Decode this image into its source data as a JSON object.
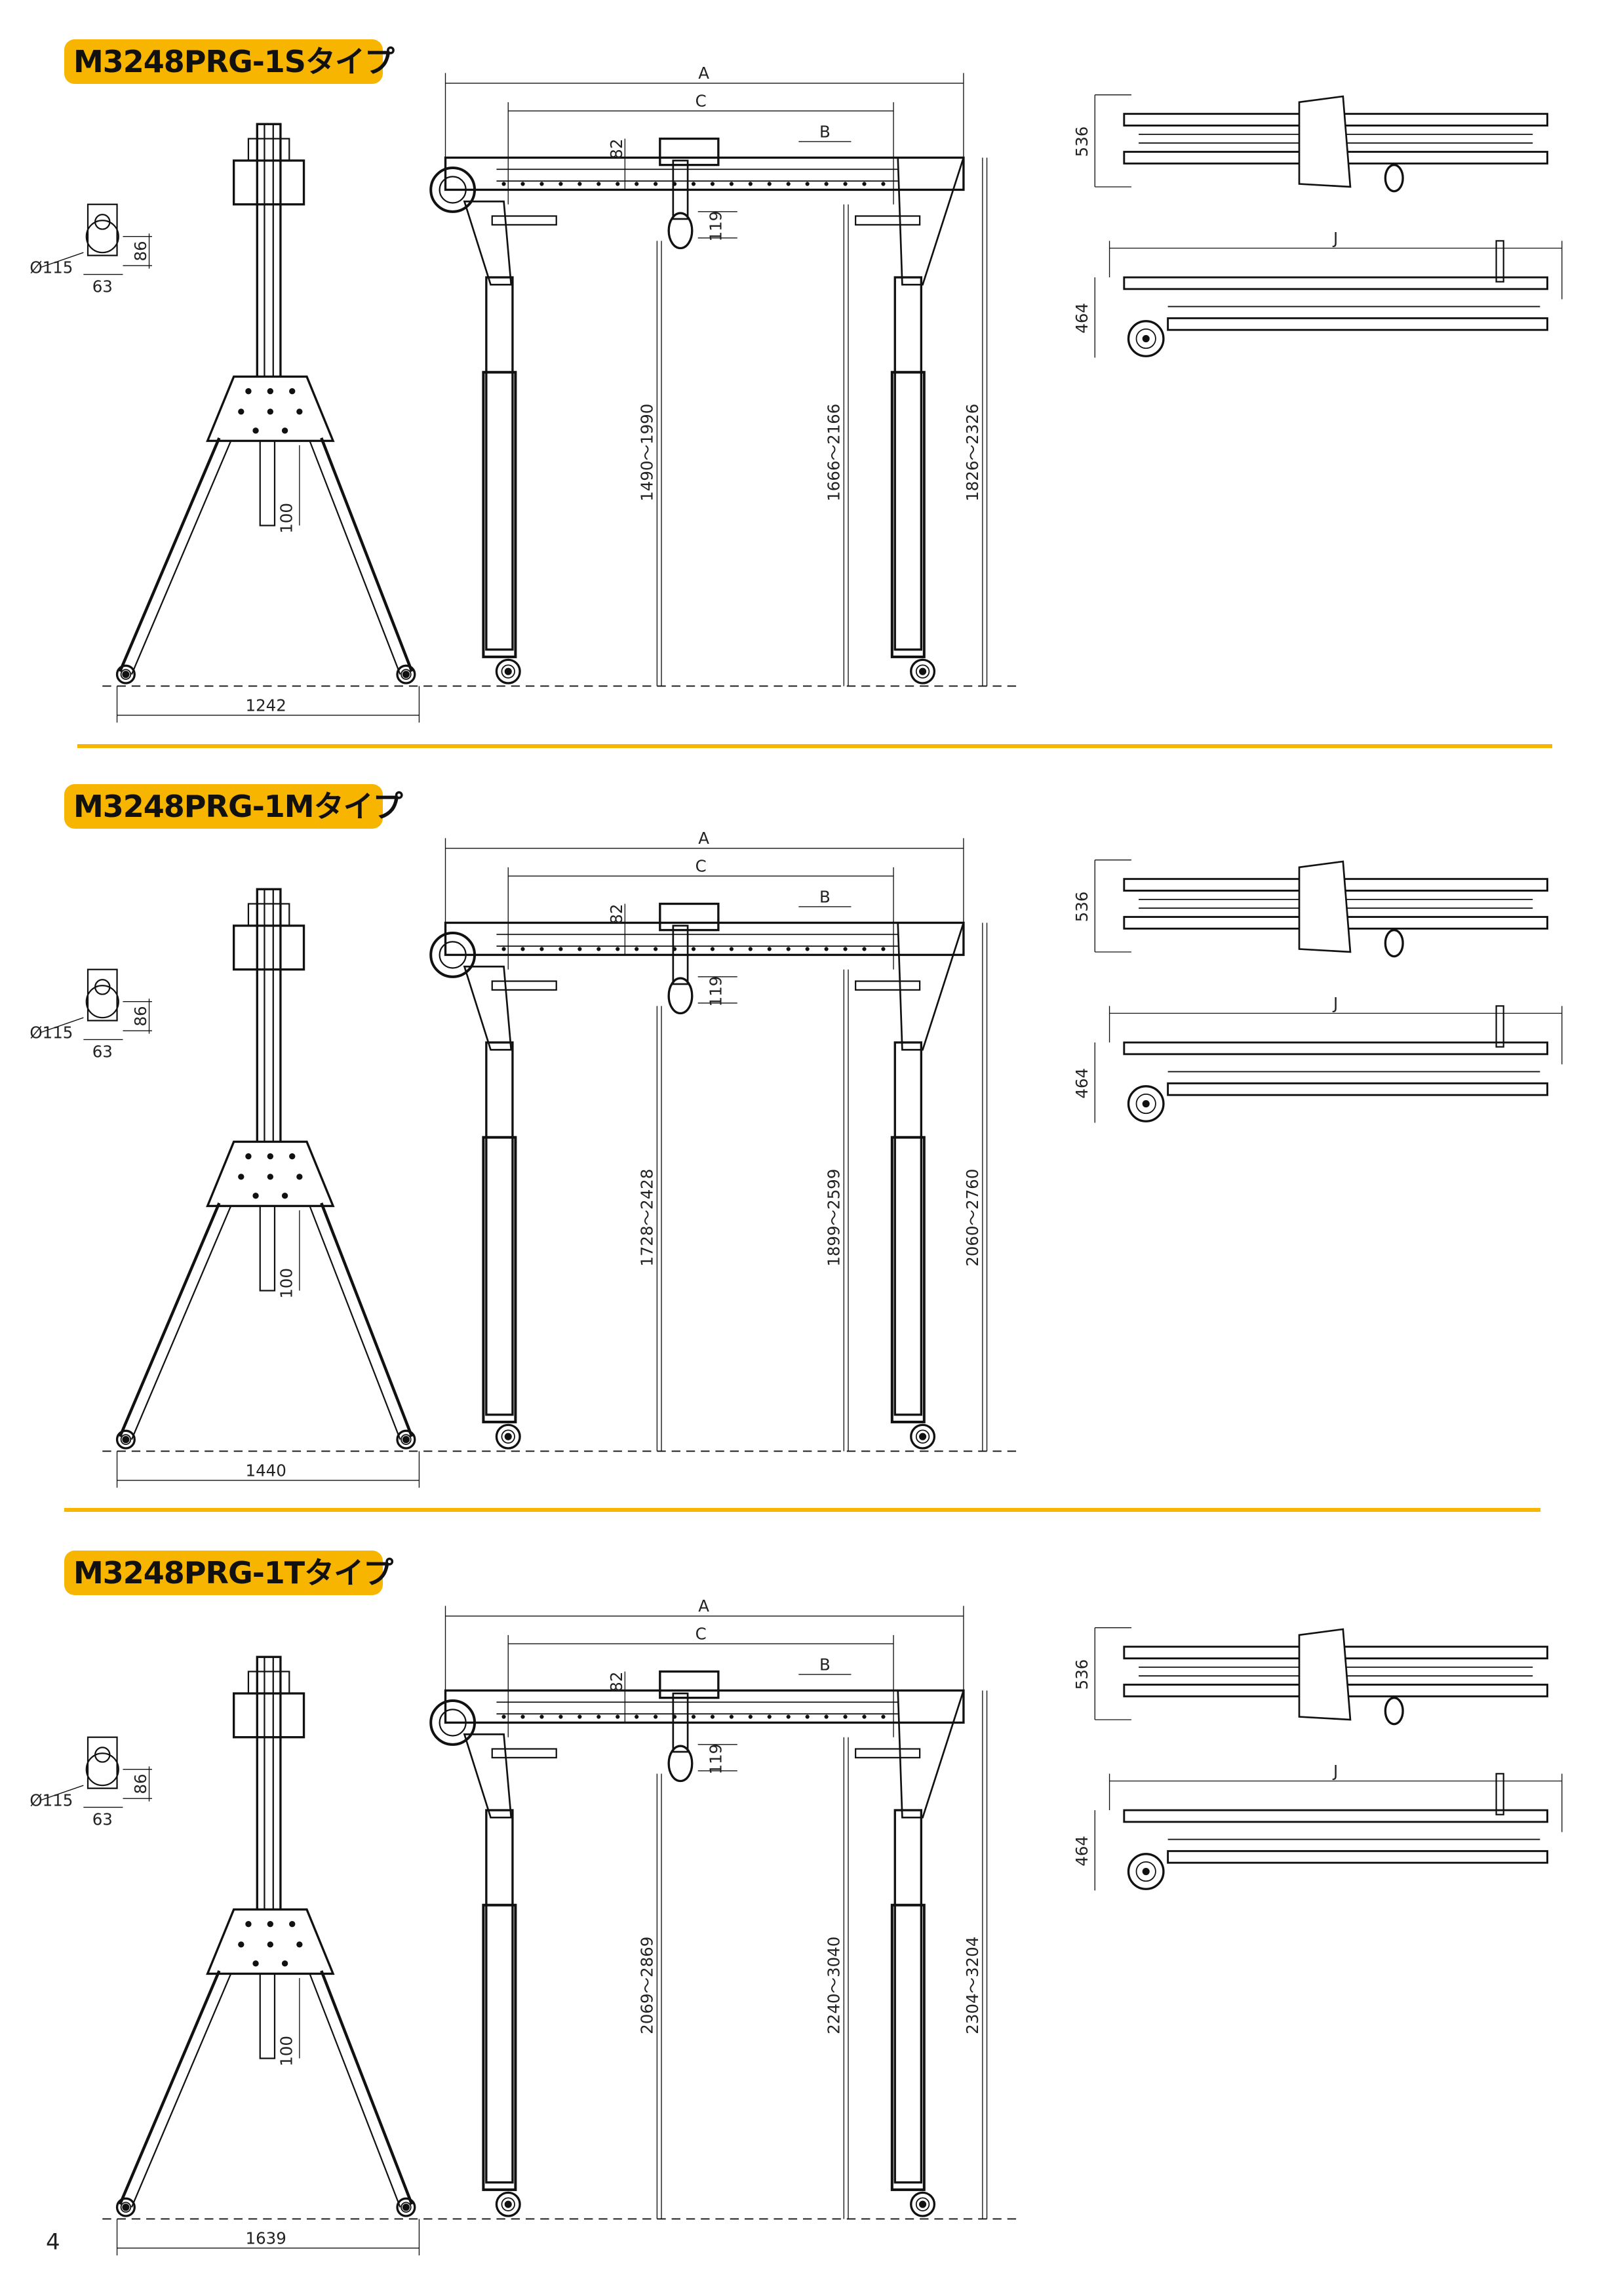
{
  "page_number": "4",
  "accent_color": "#F7B500",
  "sections": [
    {
      "title": "M3248PRG-1Sタイプ",
      "detail": {
        "dia": "Ø115",
        "w": "63",
        "h": "86"
      },
      "tripod": {
        "offset": "100",
        "width": "1242"
      },
      "front": {
        "A": "A",
        "C": "C",
        "B": "B",
        "d82": "82",
        "d119": "119",
        "h1": "1490～1990",
        "h2": "1666～2166",
        "h3": "1826～2326"
      },
      "folded": {
        "w": "536",
        "J": "J",
        "h": "464"
      }
    },
    {
      "title": "M3248PRG-1Mタイプ",
      "detail": {
        "dia": "Ø115",
        "w": "63",
        "h": "86"
      },
      "tripod": {
        "offset": "100",
        "width": "1440"
      },
      "front": {
        "A": "A",
        "C": "C",
        "B": "B",
        "d82": "82",
        "d119": "119",
        "h1": "1728～2428",
        "h2": "1899～2599",
        "h3": "2060～2760"
      },
      "folded": {
        "w": "536",
        "J": "J",
        "h": "464"
      }
    },
    {
      "title": "M3248PRG-1Tタイプ",
      "detail": {
        "dia": "Ø115",
        "w": "63",
        "h": "86"
      },
      "tripod": {
        "offset": "100",
        "width": "1639"
      },
      "front": {
        "A": "A",
        "C": "C",
        "B": "B",
        "d82": "82",
        "d119": "119",
        "h1": "2069～2869",
        "h2": "2240～3040",
        "h3": "2304～3204"
      },
      "folded": {
        "w": "536",
        "J": "J",
        "h": "464"
      }
    }
  ]
}
